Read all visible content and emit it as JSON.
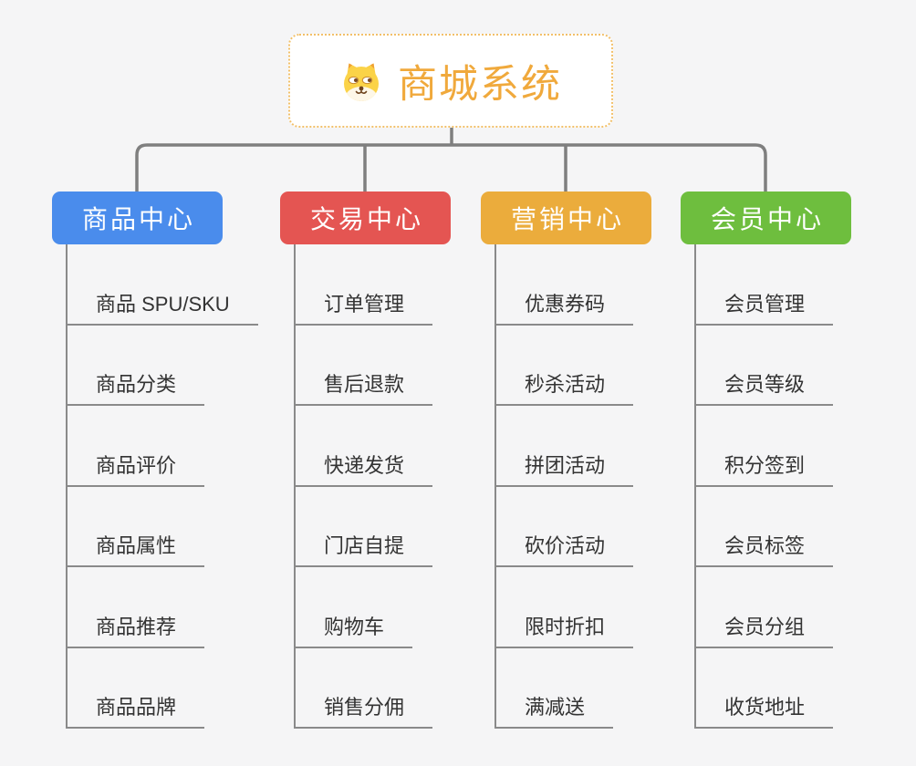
{
  "root": {
    "title": "商城系统",
    "icon": "dog-face"
  },
  "branches": [
    {
      "label": "商品中心",
      "color": "#4a8cec",
      "items": [
        "商品 SPU/SKU",
        "商品分类",
        "商品评价",
        "商品属性",
        "商品推荐",
        "商品品牌"
      ]
    },
    {
      "label": "交易中心",
      "color": "#e45552",
      "items": [
        "订单管理",
        "售后退款",
        "快递发货",
        "门店自提",
        "购物车",
        "销售分佣"
      ]
    },
    {
      "label": "营销中心",
      "color": "#ebac3c",
      "items": [
        "优惠券码",
        "秒杀活动",
        "拼团活动",
        "砍价活动",
        "限时折扣",
        "满减送"
      ]
    },
    {
      "label": "会员中心",
      "color": "#6ebe3e",
      "items": [
        "会员管理",
        "会员等级",
        "积分签到",
        "会员标签",
        "会员分组",
        "收货地址"
      ]
    }
  ],
  "colors": {
    "connector": "#7f7f7f",
    "underline": "#8a8a8a",
    "root_text": "#f0a93c",
    "root_border": "#f2c06a",
    "canvas_bg": "#f5f5f6",
    "item_text": "#333333"
  }
}
